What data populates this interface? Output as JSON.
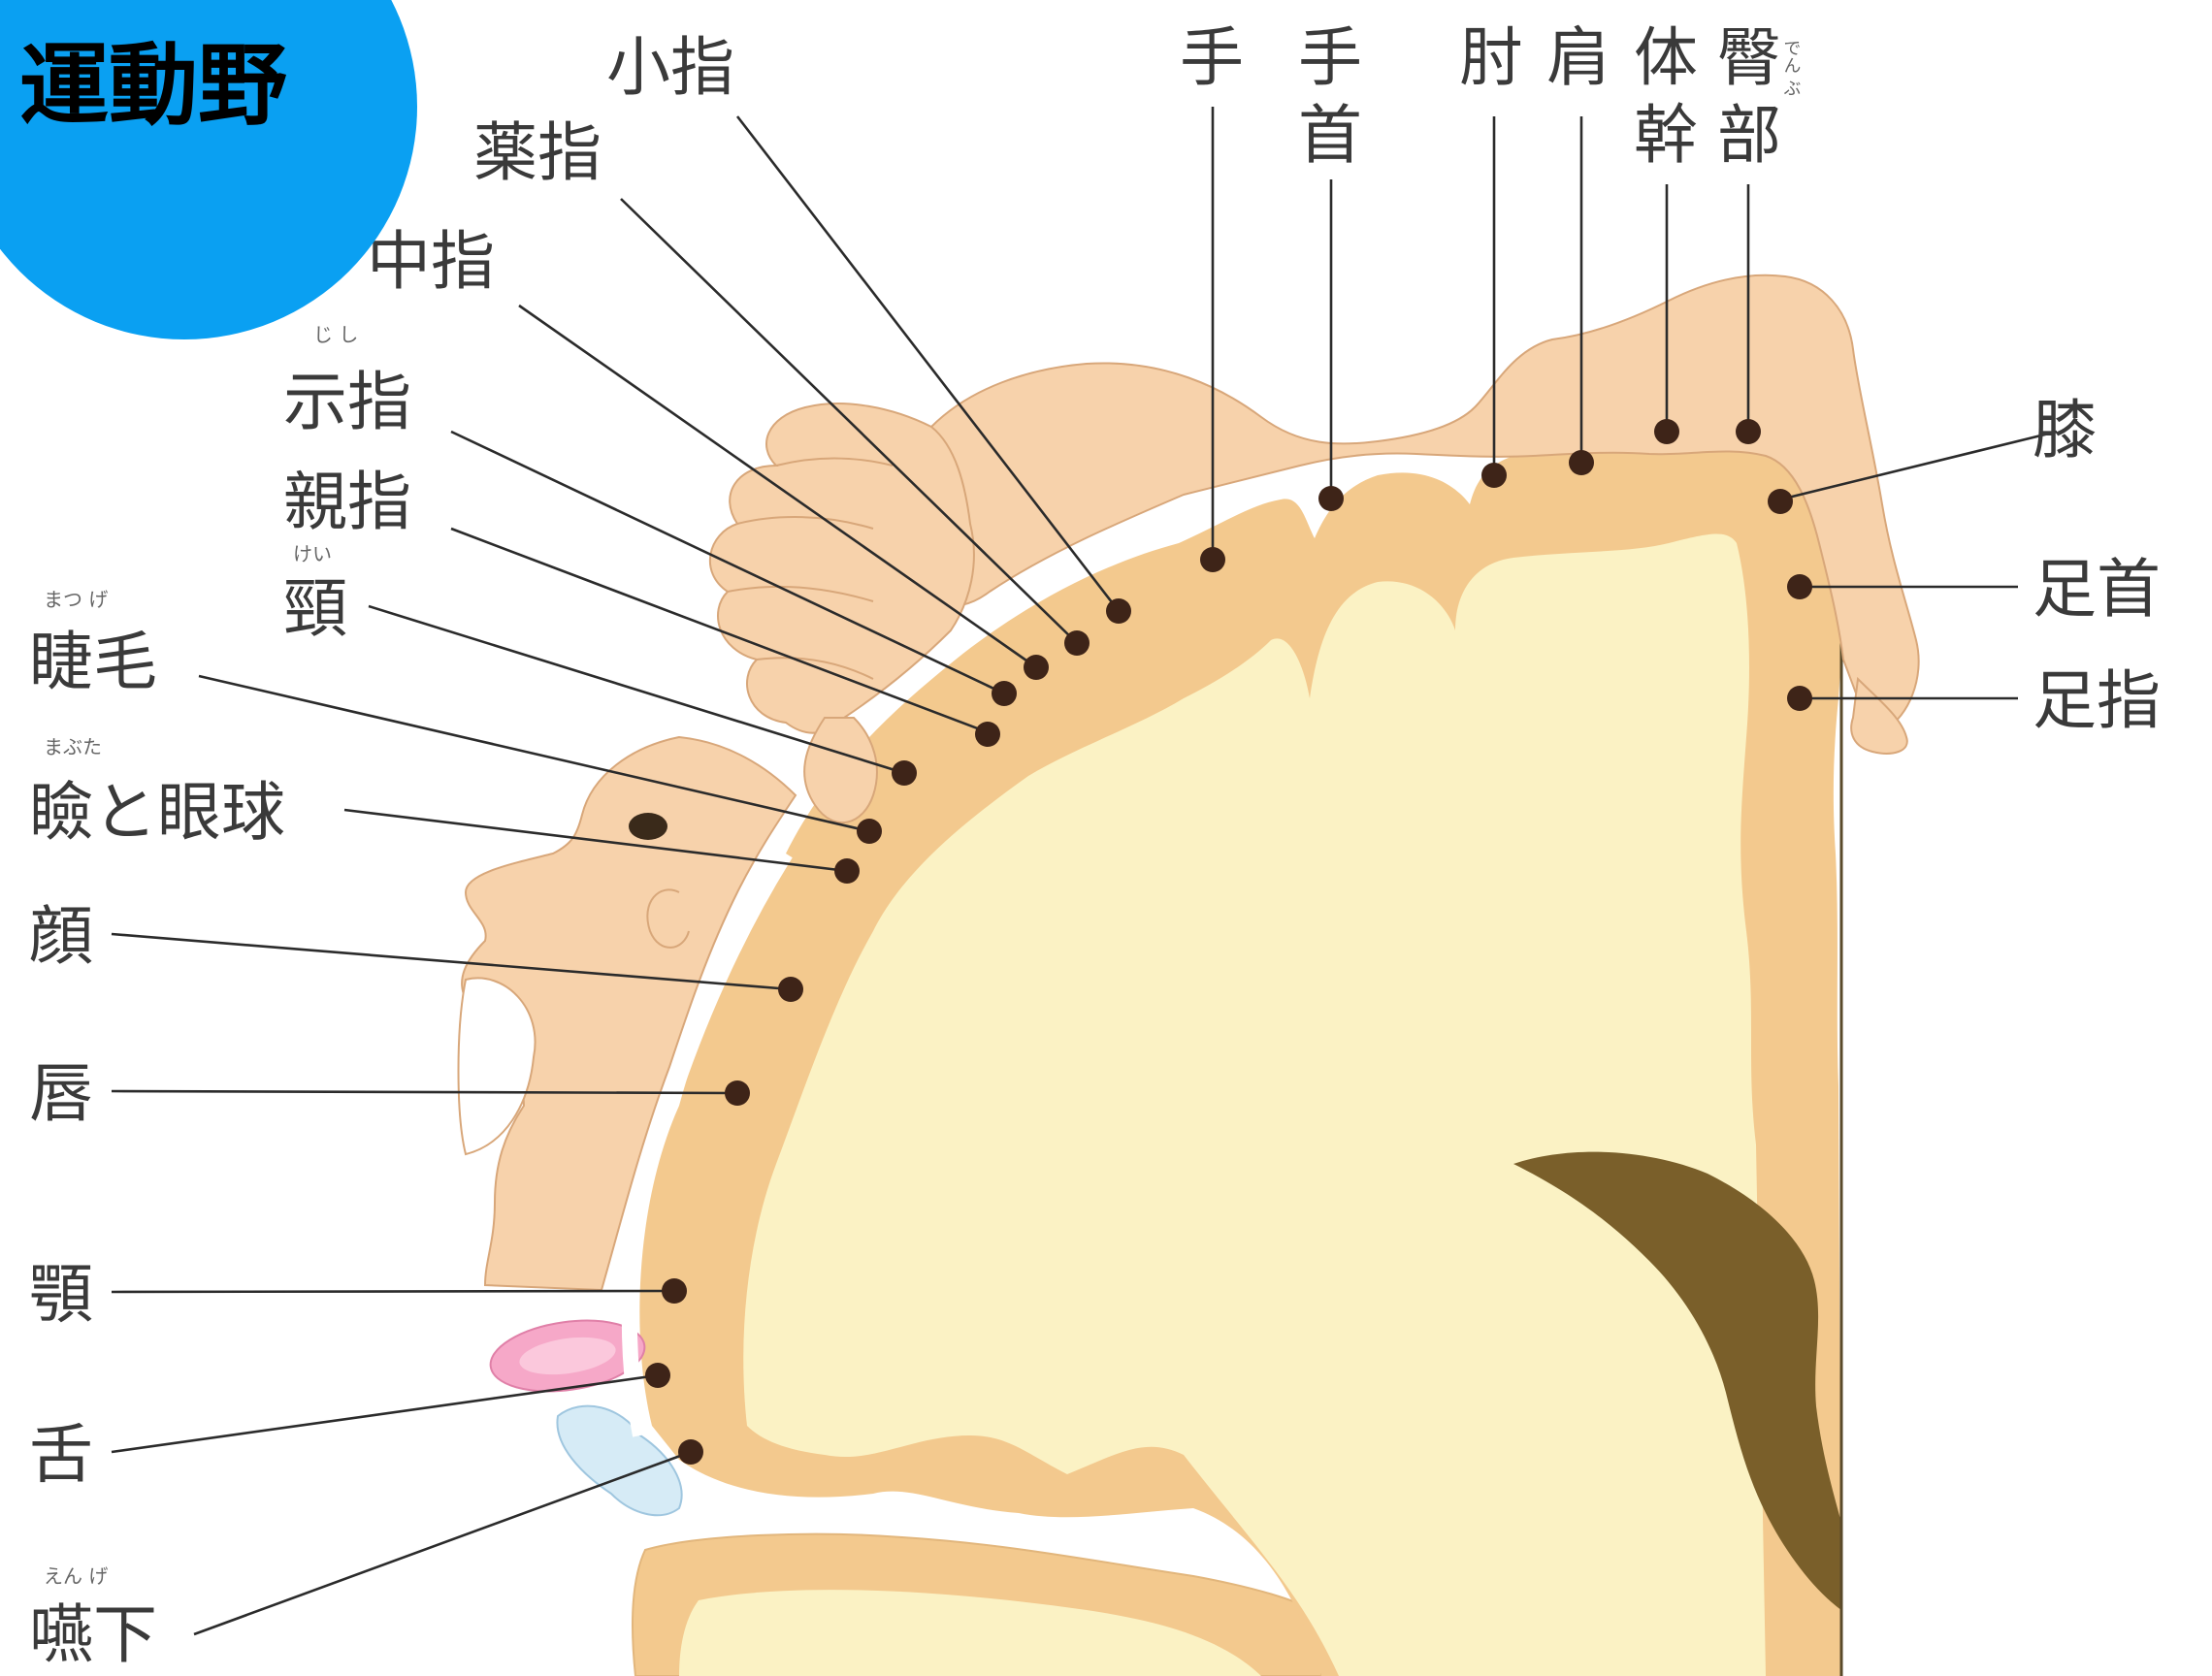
{
  "badge": {
    "text": "運動野",
    "color": "#0aa0f2"
  },
  "colors": {
    "cortex": "#f3c98e",
    "white_matter": "#fbf2c4",
    "skin": "#f7d2ab",
    "ventricle": "#7a5f2a",
    "tongue": "#f6a8c8",
    "dot": "#3e2418"
  },
  "labels": {
    "little_finger": "小指",
    "ring_finger": "薬指",
    "middle_finger": "中指",
    "index_finger": "示指",
    "index_finger_ruby": "じ し",
    "thumb": "親指",
    "neck": "頸",
    "neck_ruby": "けい",
    "eyelash": "睫毛",
    "eyelash_ruby": "まつ げ",
    "eyelid": "瞼と眼球",
    "eyelid_ruby": "まぶた",
    "face": "顔",
    "lips": "唇",
    "jaw": "顎",
    "tongue": "舌",
    "swallow": "嚥下",
    "swallow_ruby": "えん げ",
    "hand": "手",
    "wrist_1": "手",
    "wrist_2": "首",
    "elbow": "肘",
    "shoulder": "肩",
    "trunk_1": "体",
    "trunk_2": "幹",
    "hip_1": "臀",
    "hip_2": "部",
    "hip_ruby": "でん ぶ",
    "knee": "膝",
    "ankle": "足首",
    "toes": "足指"
  }
}
